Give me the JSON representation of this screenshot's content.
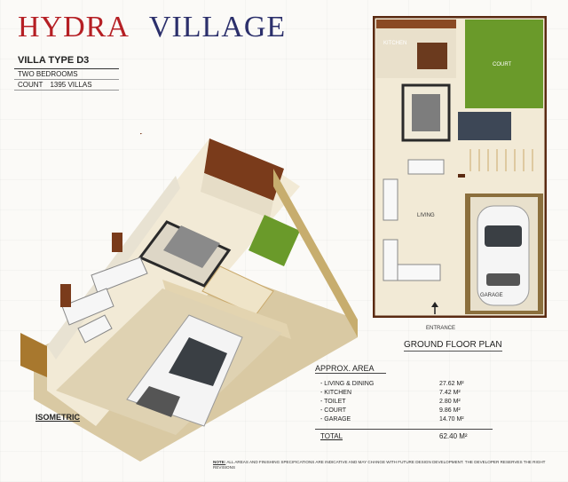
{
  "header": {
    "title_word1": "HYDRA",
    "title_word2": "VILLAGE"
  },
  "villa": {
    "type": "VILLA TYPE D3",
    "bedrooms": "TWO BEDROOMS",
    "count_label": "COUNT",
    "count_value": "1395 VILLAS"
  },
  "plan": {
    "label": "GROUND FLOOR PLAN",
    "rooms": {
      "kitchen": "KITCHEN",
      "court": "COURT",
      "living": "LIVING",
      "garage": "GARAGE",
      "entrance": "ENTRANCE"
    }
  },
  "isometric_label": "ISOMETRIC",
  "area": {
    "heading": "APPROX. AREA",
    "rows": [
      {
        "label": "- LIVING & DINING",
        "value": "27.62 M²"
      },
      {
        "label": "- KITCHEN",
        "value": "7.42 M²"
      },
      {
        "label": "- TOILET",
        "value": "2.80 M²"
      },
      {
        "label": "- COURT",
        "value": "9.86 M²"
      },
      {
        "label": "- GARAGE",
        "value": "14.70 M²"
      }
    ],
    "total_label": "TOTAL",
    "total_value": "62.40 M²"
  },
  "note": {
    "label": "NOTE:",
    "text": "ALL AREAS AND FINISHING SPECIFICATIONS ARE INDICATIVE AND MAY CHANGE WITH FUTURE DESIGN DEVELOPMENT. THE DEVELOPER RESERVES THE RIGHT REVISIONS"
  },
  "colors": {
    "title_red": "#b51f24",
    "title_navy": "#2b2f6b",
    "wall": "#5a2a12",
    "grass": "#6a9a2a",
    "floor": "#efe6cf"
  }
}
